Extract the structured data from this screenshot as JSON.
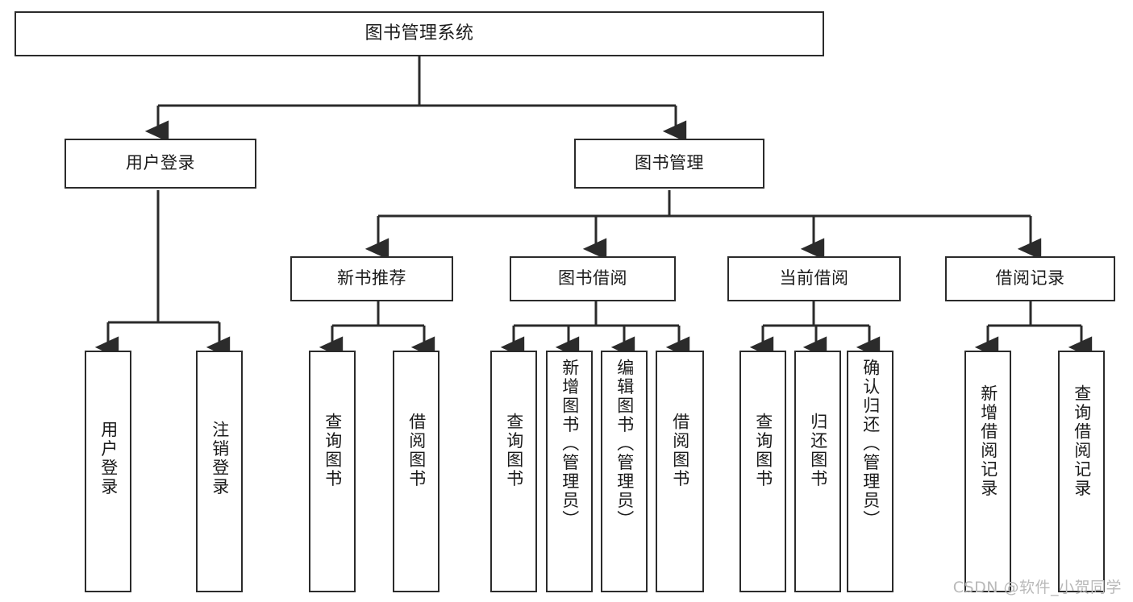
{
  "diagram": {
    "title": "图书管理系统",
    "type": "tree-hierarchy-chart",
    "watermark": "CSDN @软件_小贺同学",
    "colors": {
      "box_border": "#2b2b2b",
      "box_fill": "#ffffff",
      "edge": "#2b2b2b",
      "text": "#1b1b1b",
      "watermark": "#b9b9b9"
    },
    "nodes": {
      "root": {
        "label": "图书管理系统"
      },
      "level2": [
        {
          "id": "user-login",
          "label": "用户登录"
        },
        {
          "id": "book-manage",
          "label": "图书管理"
        }
      ],
      "level3": [
        {
          "id": "new-book-recommend",
          "label": "新书推荐"
        },
        {
          "id": "book-borrow",
          "label": "图书借阅"
        },
        {
          "id": "current-borrow",
          "label": "当前借阅"
        },
        {
          "id": "borrow-record",
          "label": "借阅记录"
        }
      ],
      "leaves": {
        "user-login": [
          {
            "id": "leaf-user-login",
            "label": "用户登录"
          },
          {
            "id": "leaf-logout-login",
            "label": "注销登录"
          }
        ],
        "new-book-recommend": [
          {
            "id": "leaf-query-book-1",
            "label": "查询图书"
          },
          {
            "id": "leaf-borrow-book-1",
            "label": "借阅图书"
          }
        ],
        "book-borrow": [
          {
            "id": "leaf-query-book-2",
            "label": "查询图书"
          },
          {
            "id": "leaf-add-book",
            "label": "新增图书（管理员）"
          },
          {
            "id": "leaf-edit-book",
            "label": "编辑图书（管理员）"
          },
          {
            "id": "leaf-borrow-book-2",
            "label": "借阅图书"
          }
        ],
        "current-borrow": [
          {
            "id": "leaf-query-book-3",
            "label": "查询图书"
          },
          {
            "id": "leaf-return-book",
            "label": "归还图书"
          },
          {
            "id": "leaf-confirm-return",
            "label": "确认归还（管理员）"
          }
        ],
        "borrow-record": [
          {
            "id": "leaf-add-record",
            "label": "新增借阅记录"
          },
          {
            "id": "leaf-query-record",
            "label": "查询借阅记录"
          }
        ]
      }
    }
  }
}
